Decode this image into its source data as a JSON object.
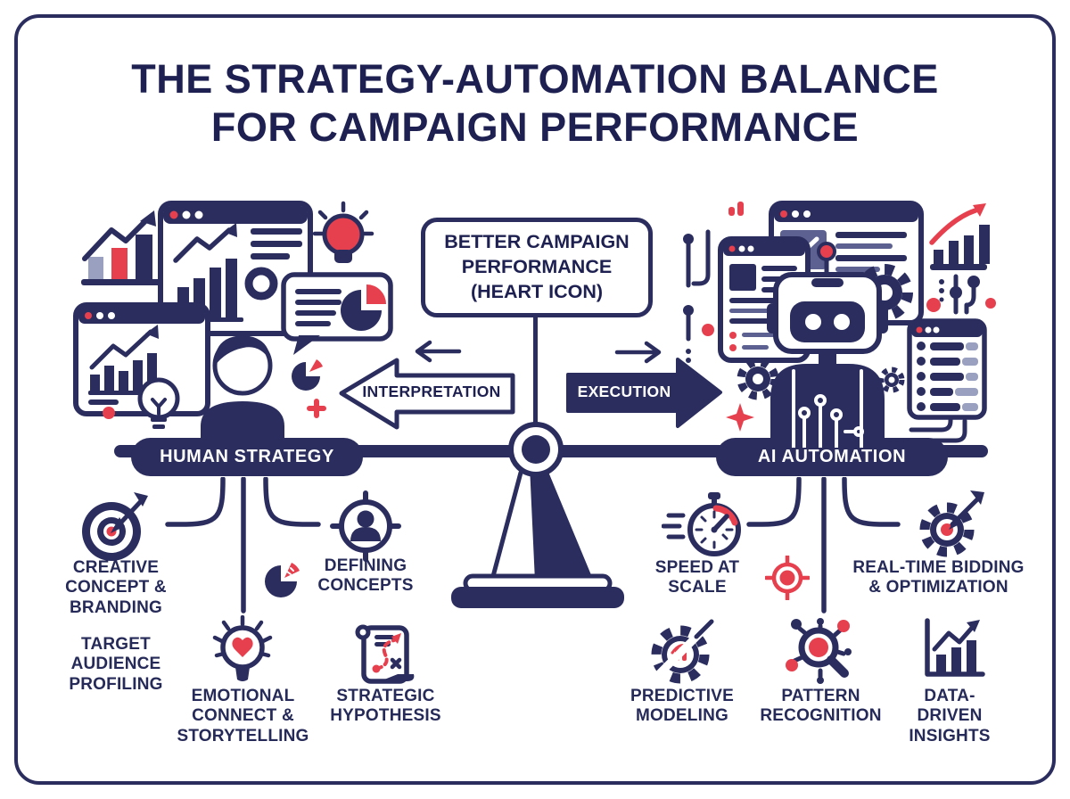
{
  "colors": {
    "navy": "#2a2d5e",
    "ink": "#1d2050",
    "red": "#e6404e",
    "gray": "#9aa0c0",
    "slate": "#5c6191",
    "white": "#ffffff"
  },
  "title": {
    "line1": "THE STRATEGY-AUTOMATION BALANCE",
    "line2": "FOR CAMPAIGN PERFORMANCE"
  },
  "center_box": {
    "text": "BETTER CAMPAIGN\nPERFORMANCE\n(HEART ICON)"
  },
  "flows": {
    "interpretation": "INTERPRETATION",
    "execution": "EXECUTION"
  },
  "balance": {
    "left": "HUMAN STRATEGY",
    "right": "AI AUTOMATION"
  },
  "left_items": [
    {
      "label": "CREATIVE\nCONCEPT &\nBRANDING",
      "icon": "target-dart-icon"
    },
    {
      "label": "DEFINING\nCONCEPTS",
      "icon": "person-crosshair-icon"
    },
    {
      "label": "TARGET\nAUDIENCE\nPROFILING",
      "icon": "none"
    },
    {
      "label": "EMOTIONAL\nCONNECT &\nSTORYTELLING",
      "icon": "heart-bulb-icon"
    },
    {
      "label": "STRATEGIC\nHYPOTHESIS",
      "icon": "strategy-scroll-icon"
    }
  ],
  "right_items": [
    {
      "label": "SPEED AT\nSCALE",
      "icon": "stopwatch-icon"
    },
    {
      "label": "REAL-TIME BIDDING\n& OPTIMIZATION",
      "icon": "gear-target-icon"
    },
    {
      "label": "PREDICTIVE\nMODELING",
      "icon": "gear-chart-slash-icon"
    },
    {
      "label": "PATTERN\nRECOGNITION",
      "icon": "magnifier-network-icon"
    },
    {
      "label": "DATA-DRIVEN\nINSIGHTS",
      "icon": "bar-chart-arrow-icon"
    }
  ]
}
